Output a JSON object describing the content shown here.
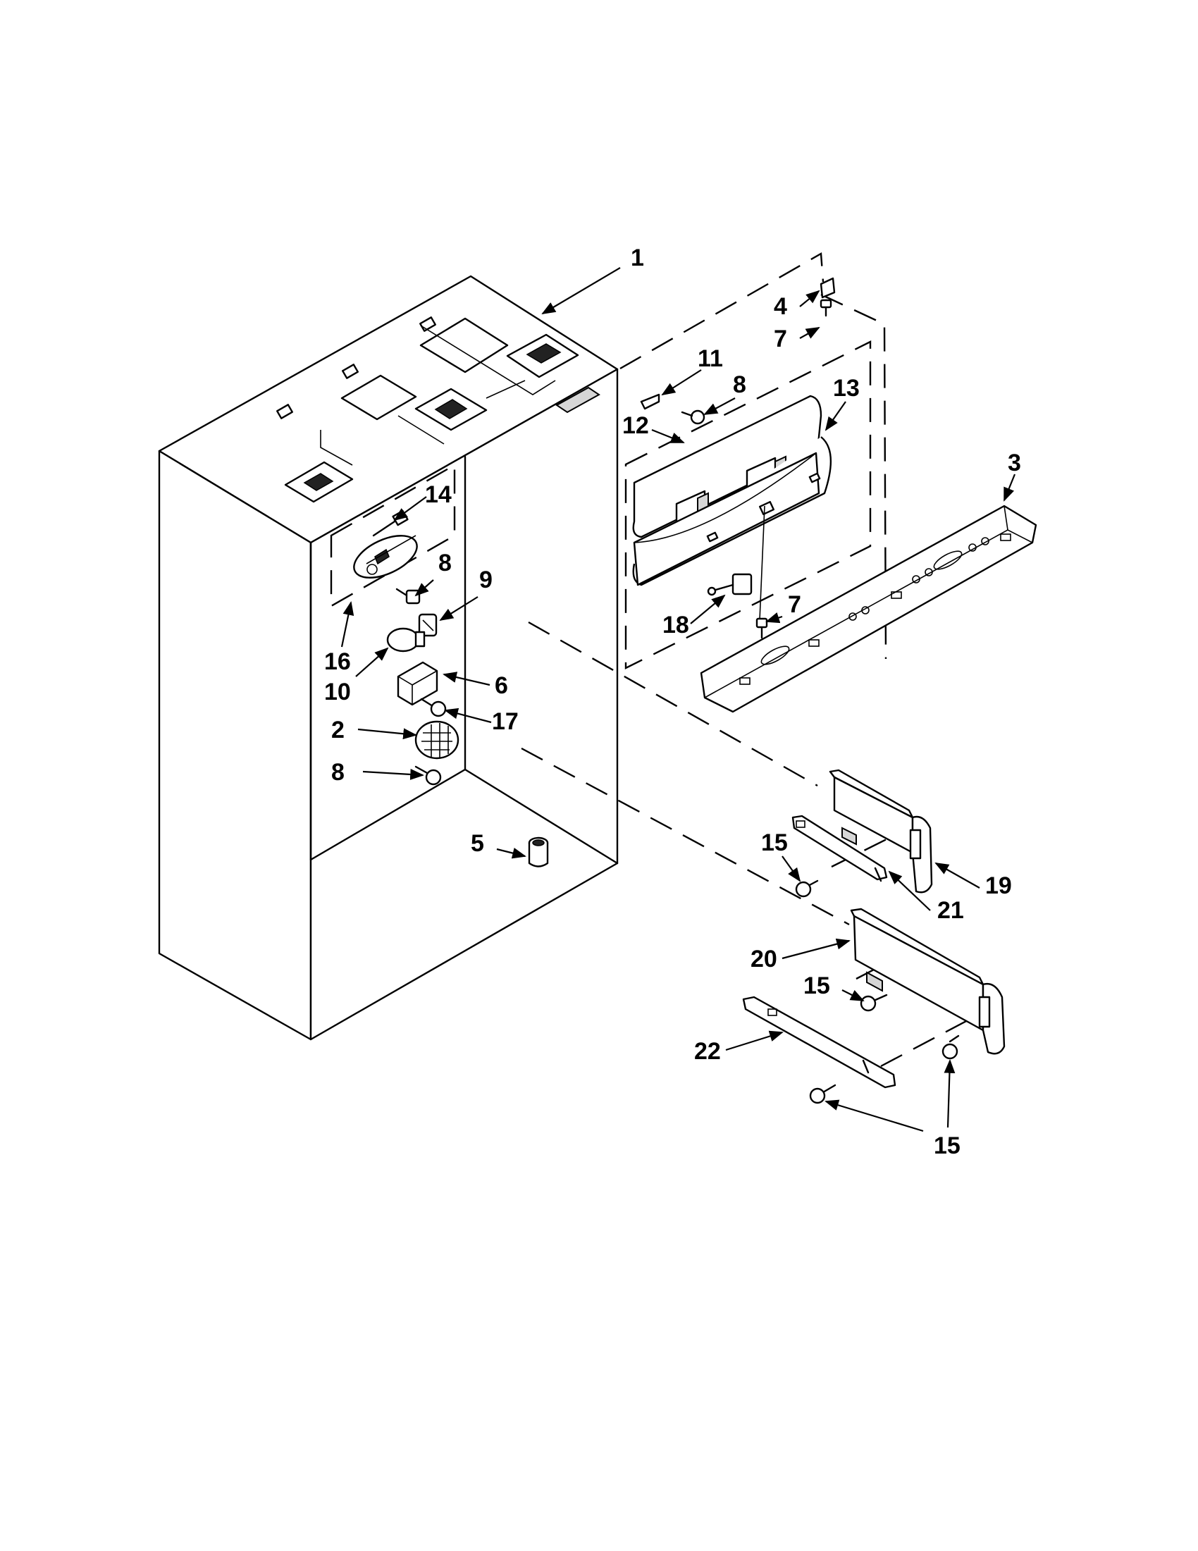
{
  "callouts": [
    {
      "id": "c1",
      "text": "1"
    },
    {
      "id": "c2",
      "text": "2"
    },
    {
      "id": "c3",
      "text": "3"
    },
    {
      "id": "c4",
      "text": "4"
    },
    {
      "id": "c5",
      "text": "5"
    },
    {
      "id": "c6",
      "text": "6"
    },
    {
      "id": "c7a",
      "text": "7"
    },
    {
      "id": "c7b",
      "text": "7"
    },
    {
      "id": "c8a",
      "text": "8"
    },
    {
      "id": "c8b",
      "text": "8"
    },
    {
      "id": "c8c",
      "text": "8"
    },
    {
      "id": "c9",
      "text": "9"
    },
    {
      "id": "c10",
      "text": "10"
    },
    {
      "id": "c11",
      "text": "11"
    },
    {
      "id": "c12",
      "text": "12"
    },
    {
      "id": "c13",
      "text": "13"
    },
    {
      "id": "c14",
      "text": "14"
    },
    {
      "id": "c15a",
      "text": "15"
    },
    {
      "id": "c15b",
      "text": "15"
    },
    {
      "id": "c15c",
      "text": "15"
    },
    {
      "id": "c16",
      "text": "16"
    },
    {
      "id": "c17",
      "text": "17"
    },
    {
      "id": "c18",
      "text": "18"
    },
    {
      "id": "c19",
      "text": "19"
    },
    {
      "id": "c20",
      "text": "20"
    },
    {
      "id": "c21",
      "text": "21"
    },
    {
      "id": "c22",
      "text": "22"
    }
  ]
}
